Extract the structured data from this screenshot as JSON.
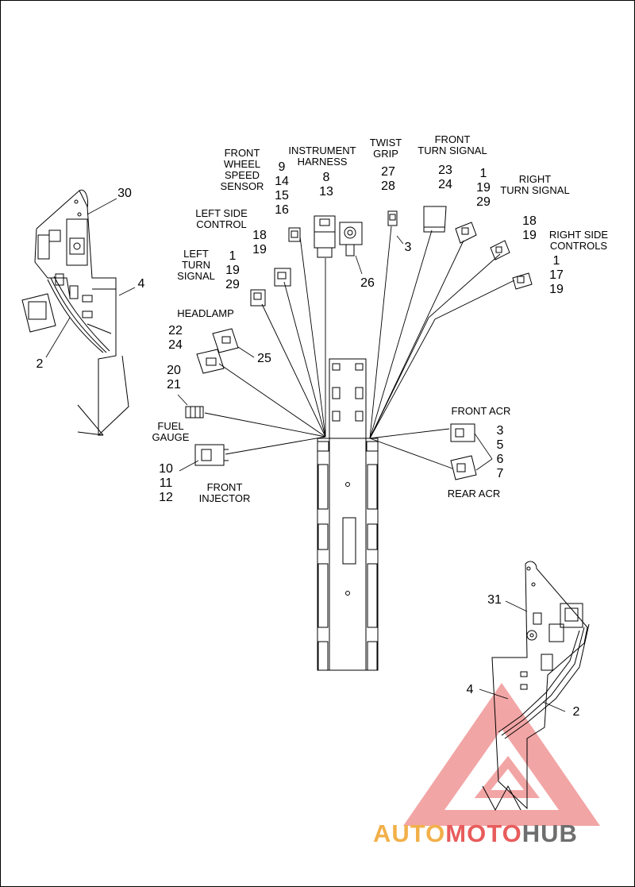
{
  "labels": {
    "front_wheel_speed_sensor": "FRONT\nWHEEL\nSPEED\nSENSOR",
    "instrument_harness": "INSTRUMENT\nHARNESS",
    "twist_grip": "TWIST\nGRIP",
    "front_turn_signal": "FRONT\nTURN SIGNAL",
    "right_turn_signal": "RIGHT\nTURN SIGNAL",
    "right_side_controls": "RIGHT SIDE\nCONTROLS",
    "left_side_control": "LEFT SIDE\nCONTROL",
    "left_turn_signal": "LEFT\nTURN\nSIGNAL",
    "headlamp": "HEADLAMP",
    "fuel_gauge": "FUEL\nGAUGE",
    "front_injector": "FRONT\nINJECTOR",
    "front_acr": "FRONT ACR",
    "rear_acr": "REAR ACR"
  },
  "callouts": {
    "n30": "30",
    "n4_left": "4",
    "n2_left": "2",
    "n9_16": "9\n14\n15\n16",
    "n8_13": "8\n13",
    "n27_28": "27\n28",
    "n3_grip": "3",
    "n26": "26",
    "n23_24": "23\n24",
    "n1_19_29_right": "1\n19\n29",
    "n18_19_right": "18\n19",
    "n1_17_19": "1\n17\n19",
    "n18_19_left": "18\n19",
    "n1_19_29_left": "1\n19\n29",
    "n22_24": "22\n24",
    "n25": "25",
    "n20_21": "20\n21",
    "n10_12": "10\n11\n12",
    "n3_7": "3\n5\n6\n7",
    "n31": "31",
    "n4_right": "4",
    "n2_right": "2"
  },
  "watermark": {
    "part1": "AUTO",
    "part2": "MOTO",
    "part3": "HUB",
    "colors": {
      "auto": "#f2b04a",
      "moto": "#e85c5c",
      "hub": "#6e6e6e",
      "triangle": "#e85c5c"
    }
  }
}
